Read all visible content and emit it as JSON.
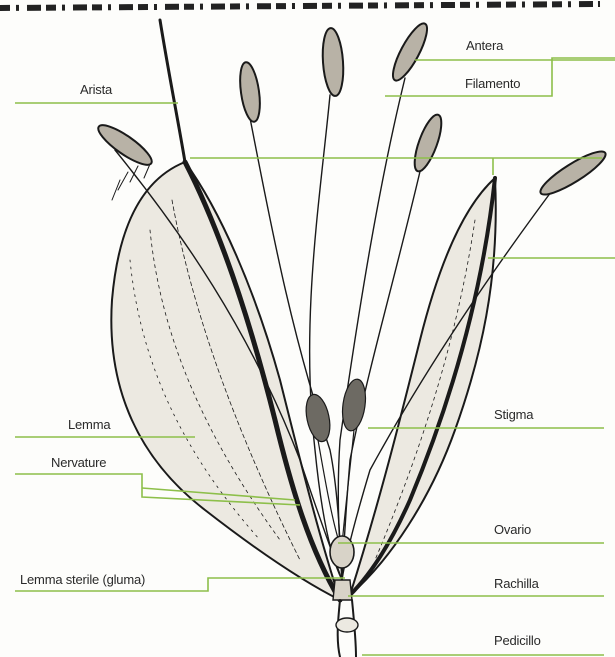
{
  "figure": {
    "colors": {
      "leader": "#8dbf4a",
      "ink": "#1a1a1a",
      "glume": "#ece9e1",
      "background": "#fdfdfb"
    },
    "labels": {
      "antera": "Antera",
      "filamento": "Filamento",
      "arista": "Arista",
      "lemma": "Lemma",
      "nervature": "Nervature",
      "stigma": "Stigma",
      "ovario": "Ovario",
      "lemma_sterile": "Lemma sterile (gluma)",
      "rachilla": "Rachilla",
      "pedicillo": "Pedicillo"
    }
  }
}
